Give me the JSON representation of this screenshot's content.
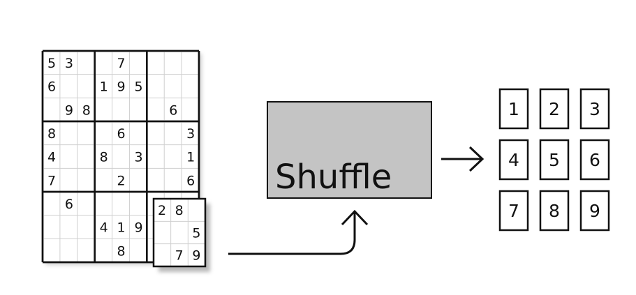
{
  "sudoku": {
    "rows": [
      [
        "5",
        "3",
        "",
        "",
        "7",
        "",
        "",
        "",
        ""
      ],
      [
        "6",
        "",
        "",
        "1",
        "9",
        "5",
        "",
        "",
        ""
      ],
      [
        "",
        "9",
        "8",
        "",
        "",
        "",
        "",
        "6",
        ""
      ],
      [
        "8",
        "",
        "",
        "",
        "6",
        "",
        "",
        "",
        "3"
      ],
      [
        "4",
        "",
        "",
        "8",
        "",
        "3",
        "",
        "",
        "1"
      ],
      [
        "7",
        "",
        "",
        "",
        "2",
        "",
        "",
        "",
        "6"
      ],
      [
        "",
        "6",
        "",
        "",
        "",
        "",
        "",
        "",
        ""
      ],
      [
        "",
        "",
        "",
        "4",
        "1",
        "9",
        "",
        "",
        ""
      ],
      [
        "",
        "",
        "",
        "",
        "8",
        "",
        "",
        "",
        ""
      ]
    ]
  },
  "piece": {
    "rows": [
      [
        "2",
        "8",
        ""
      ],
      [
        "",
        "",
        "5"
      ],
      [
        "",
        "7",
        "9"
      ]
    ]
  },
  "shuffle": {
    "label": "Shuffle",
    "fill": "#c4c4c4"
  },
  "cards": [
    "1",
    "2",
    "3",
    "4",
    "5",
    "6",
    "7",
    "8",
    "9"
  ]
}
